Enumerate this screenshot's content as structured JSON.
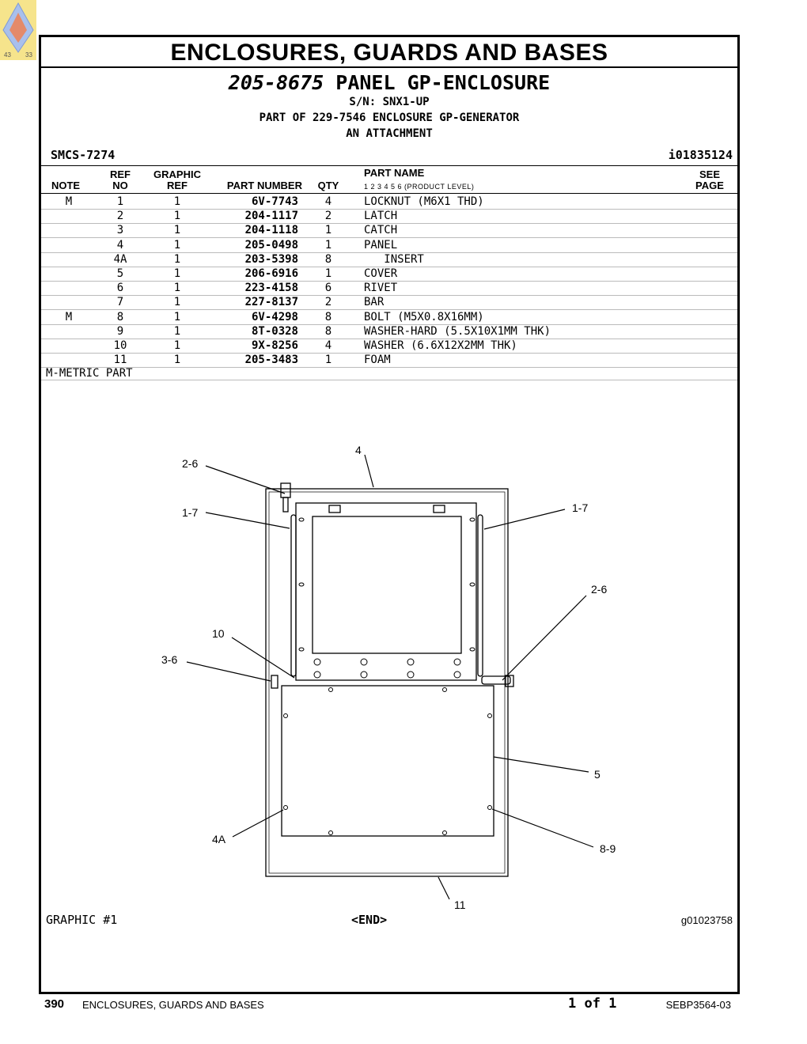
{
  "logo": {
    "left_num": "43",
    "right_num": "33",
    "colors": [
      "#f3d76a",
      "#6a8fd6",
      "#e06a4a"
    ]
  },
  "section_title": "ENCLOSURES, GUARDS AND BASES",
  "part": {
    "number": "205-8675",
    "name": "PANEL GP-ENCLOSURE"
  },
  "serial": "S/N: SNX1-UP",
  "part_of": "PART OF 229-7546 ENCLOSURE GP-GENERATOR",
  "attachment": "AN ATTACHMENT",
  "smcs": "SMCS-7274",
  "illustration_id": "i01835124",
  "table": {
    "headers": {
      "note": "NOTE",
      "ref_no": [
        "REF",
        "NO"
      ],
      "graphic_ref": [
        "GRAPHIC",
        "REF"
      ],
      "part_number": "PART NUMBER",
      "qty": "QTY",
      "part_name": "PART NAME",
      "levels": "1    2    3    4    5    6    (PRODUCT LEVEL)",
      "see_page": [
        "SEE",
        "PAGE"
      ]
    },
    "rows": [
      {
        "note": "M",
        "ref": "1",
        "graphic": "1",
        "part_number": "6V-7743",
        "qty": "4",
        "name": "LOCKNUT (M6X1 THD)"
      },
      {
        "note": "",
        "ref": "2",
        "graphic": "1",
        "part_number": "204-1117",
        "qty": "2",
        "name": "LATCH"
      },
      {
        "note": "",
        "ref": "3",
        "graphic": "1",
        "part_number": "204-1118",
        "qty": "1",
        "name": "CATCH"
      },
      {
        "note": "",
        "ref": "4",
        "graphic": "1",
        "part_number": "205-0498",
        "qty": "1",
        "name": "PANEL"
      },
      {
        "note": "",
        "ref": "4A",
        "graphic": "1",
        "part_number": "203-5398",
        "qty": "8",
        "name": "   INSERT"
      },
      {
        "note": "",
        "ref": "5",
        "graphic": "1",
        "part_number": "206-6916",
        "qty": "1",
        "name": "COVER"
      },
      {
        "note": "",
        "ref": "6",
        "graphic": "1",
        "part_number": "223-4158",
        "qty": "6",
        "name": "RIVET"
      },
      {
        "note": "",
        "ref": "7",
        "graphic": "1",
        "part_number": "227-8137",
        "qty": "2",
        "name": "BAR"
      },
      {
        "note": "M",
        "ref": "8",
        "graphic": "1",
        "part_number": "6V-4298",
        "qty": "8",
        "name": "BOLT (M5X0.8X16MM)"
      },
      {
        "note": "",
        "ref": "9",
        "graphic": "1",
        "part_number": "8T-0328",
        "qty": "8",
        "name": "WASHER-HARD (5.5X10X1MM THK)"
      },
      {
        "note": "",
        "ref": "10",
        "graphic": "1",
        "part_number": "9X-8256",
        "qty": "4",
        "name": "WASHER (6.6X12X2MM THK)"
      },
      {
        "note": "",
        "ref": "11",
        "graphic": "1",
        "part_number": "205-3483",
        "qty": "1",
        "name": "FOAM"
      }
    ]
  },
  "metric_note": "M-METRIC PART",
  "callouts": [
    "4",
    "2-6",
    "1-7",
    "1-7",
    "2-6",
    "10",
    "3-6",
    "5",
    "4A",
    "8-9",
    "11"
  ],
  "graphic_label": "GRAPHIC #1",
  "end_label": "<END>",
  "graphic_id": "g01023758",
  "footer": {
    "page": "390",
    "section": "ENCLOSURES, GUARDS AND BASES",
    "page_of": "1 of 1",
    "doc": "SEBP3564-03"
  }
}
